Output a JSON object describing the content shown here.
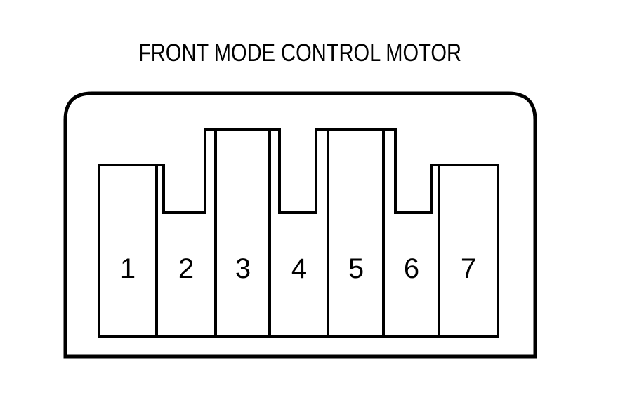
{
  "title": "FRONT MODE CONTROL MOTOR",
  "colors": {
    "line": "#000000",
    "background": "#ffffff"
  },
  "connector": {
    "pins": [
      "1",
      "2",
      "3",
      "4",
      "5",
      "6",
      "7"
    ]
  }
}
